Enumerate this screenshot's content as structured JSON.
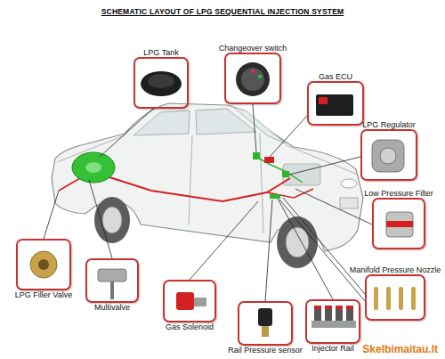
{
  "diagram": {
    "title": "SCHEMATIC LAYOUT OF LPG SEQUENTIAL INJECTION SYSTEM",
    "nodes": [
      {
        "text": [
          "LPG Tank"
        ]
      },
      {
        "text": [
          "Changeover switch"
        ]
      },
      {
        "text": [
          "Gas ECU"
        ]
      },
      {
        "text": [
          "LPG Regulator"
        ]
      },
      {
        "text": [
          "Low Pressure Filter"
        ]
      },
      {
        "text": [
          "Manifold Pressure Nozzle"
        ]
      },
      {
        "text": [
          "Injector Rail"
        ]
      },
      {
        "text": [
          "Rail Pressure sensor"
        ]
      },
      {
        "text": [
          "Gas Solenoid"
        ]
      },
      {
        "text": [
          "Multivalve"
        ]
      },
      {
        "text": [
          "LPG Filler Valve"
        ]
      }
    ],
    "labels": [
      "Skelbimaitau.lt"
    ]
  }
}
